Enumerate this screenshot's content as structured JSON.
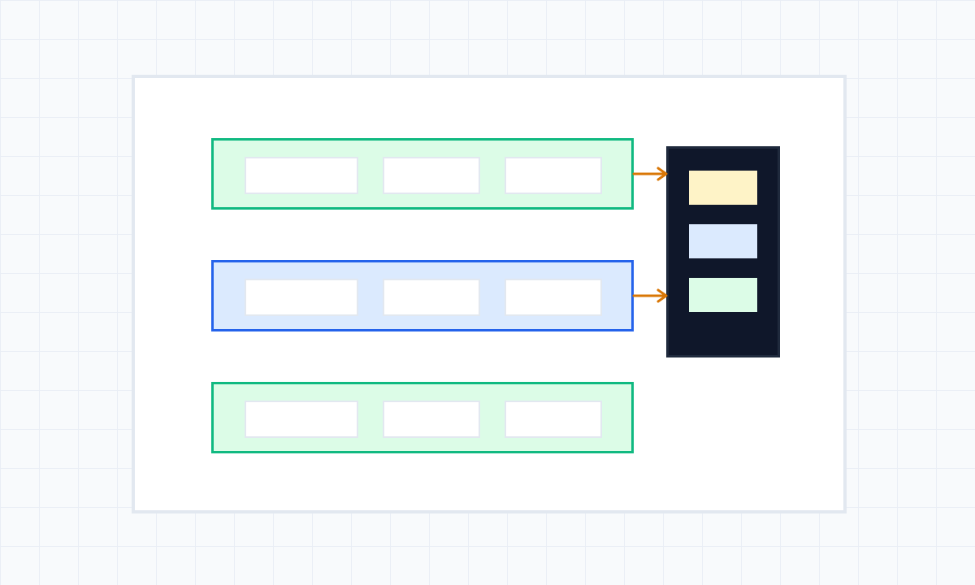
{
  "colors": {
    "canvas_background": "#f8fafc",
    "grid_line": "#e9eef5",
    "frame_fill": "#ffffff",
    "frame_border": "#e2e8f0",
    "green_border": "#10b981",
    "green_fill": "#dcfce7",
    "blue_border": "#2563eb",
    "blue_fill": "#dbeafe",
    "slot_fill": "#ffffff",
    "slot_border": "#e2e8f0",
    "panel_fill": "#0f172a",
    "panel_border": "#1f2a3d",
    "chip_yellow": "#fef3c7",
    "chip_blue": "#dbeafe",
    "chip_green": "#dcfce7",
    "arrow": "#d97706"
  },
  "diagram": {
    "rows": [
      {
        "id": "row-1",
        "variant": "green",
        "slot_count": 3,
        "connected": true
      },
      {
        "id": "row-2",
        "variant": "blue",
        "slot_count": 3,
        "connected": true
      },
      {
        "id": "row-3",
        "variant": "green",
        "slot_count": 3,
        "connected": false
      }
    ],
    "panel": {
      "chips": [
        "yellow",
        "blue",
        "green"
      ]
    },
    "connectors": [
      {
        "from": "row-1",
        "to": "panel"
      },
      {
        "from": "row-2",
        "to": "panel"
      }
    ]
  }
}
